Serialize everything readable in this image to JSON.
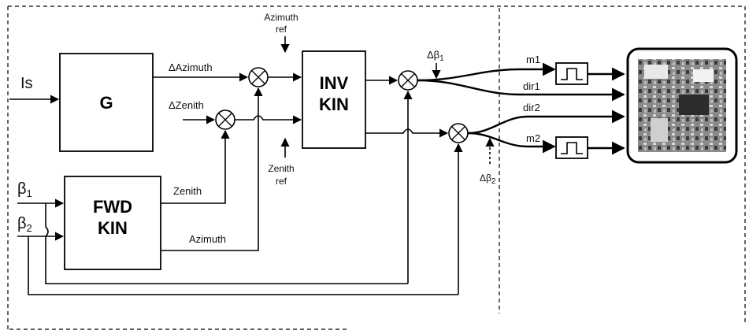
{
  "blocks": {
    "g": "G",
    "inv_kin_line1": "INV",
    "inv_kin_line2": "KIN",
    "fwd_kin_line1": "FWD",
    "fwd_kin_line2": "KIN"
  },
  "signals": {
    "is": "Is",
    "delta_azimuth": "ΔAzimuth",
    "delta_zenith": "ΔZenith",
    "azimuth_ref_line1": "Azimuth",
    "azimuth_ref_line2": "ref",
    "zenith_ref_line1": "Zenith",
    "zenith_ref_line2": "ref",
    "zenith": "Zenith",
    "azimuth": "Azimuth",
    "beta1": "β",
    "beta1_sub": "1",
    "beta2": "β",
    "beta2_sub": "2",
    "delta_beta1": "Δβ",
    "delta_beta1_sub": "1",
    "delta_beta2": "Δβ",
    "delta_beta2_sub": "2",
    "m1": "m1",
    "m2": "m2",
    "dir1": "dir1",
    "dir2": "dir2"
  },
  "colors": {
    "line": "#000000",
    "background": "#ffffff"
  }
}
